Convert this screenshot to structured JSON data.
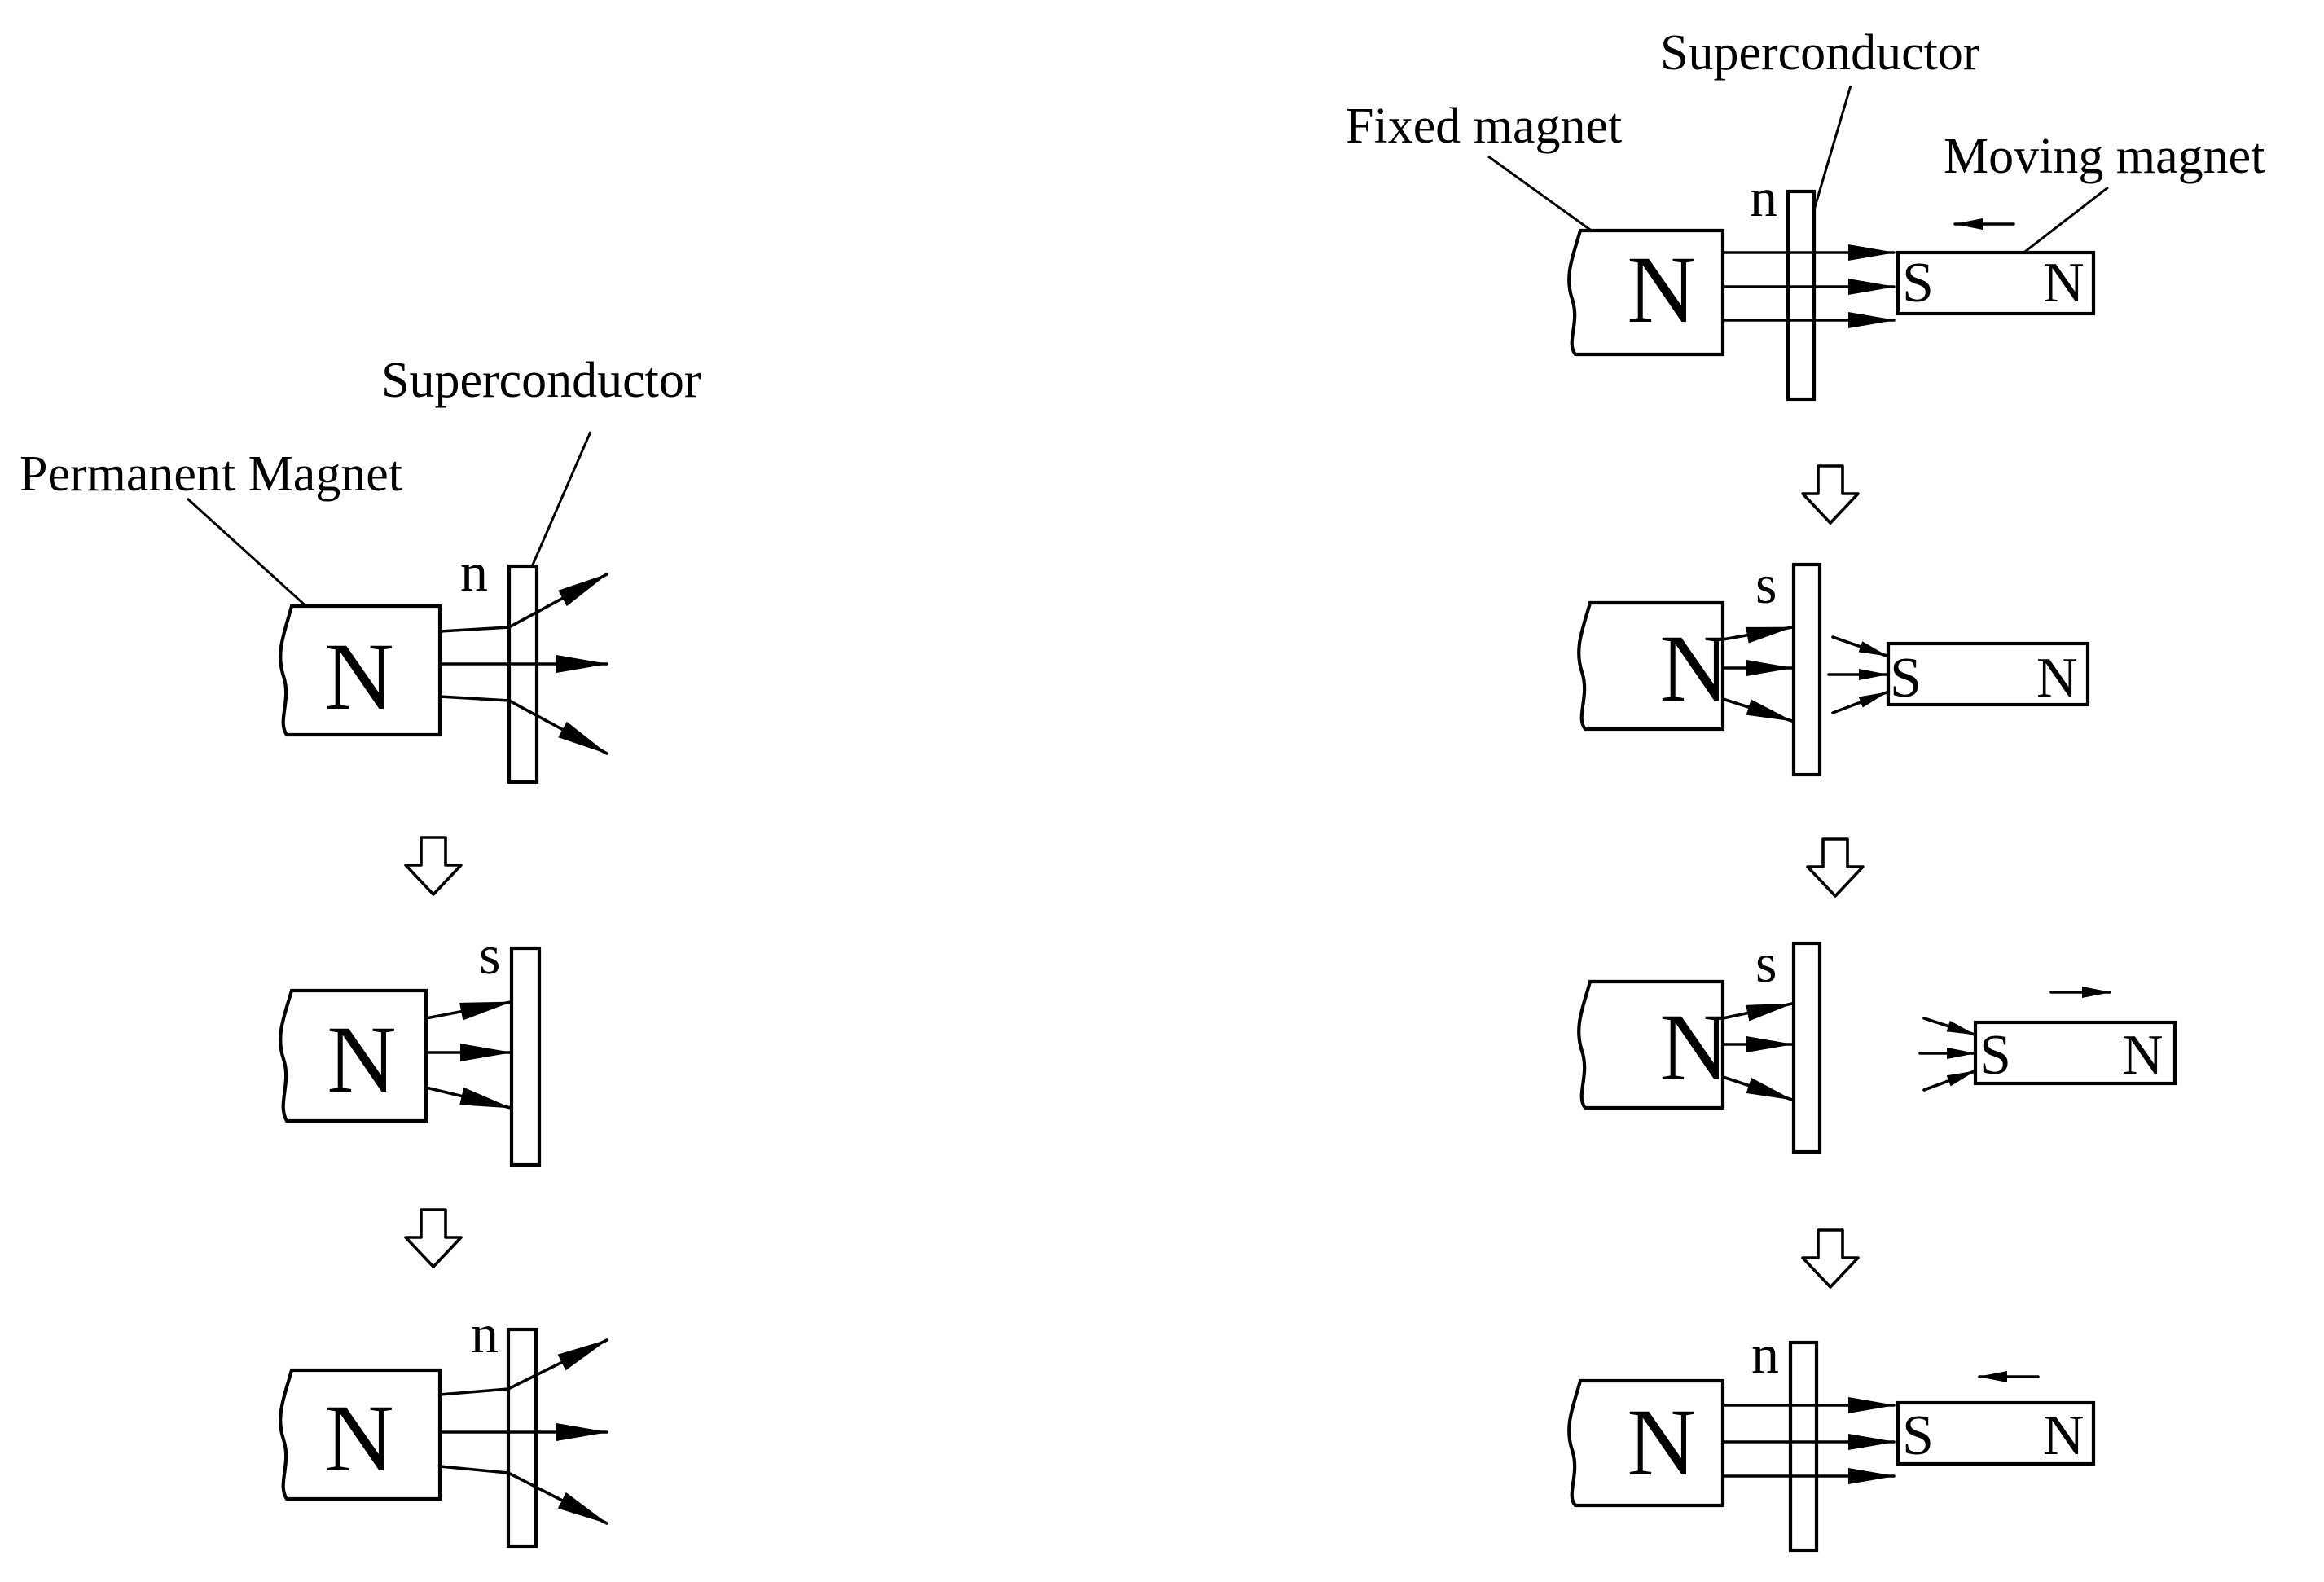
{
  "left_panel": {
    "labels": {
      "superconductor": "Superconductor",
      "permanent_magnet": "Permanent Magnet"
    },
    "stages": [
      {
        "pole": "N",
        "induced": "n"
      },
      {
        "pole": "N",
        "induced": "s"
      },
      {
        "pole": "N",
        "induced": "n"
      }
    ]
  },
  "right_panel": {
    "labels": {
      "superconductor": "Superconductor",
      "fixed_magnet": "Fixed magnet",
      "moving_magnet": "Moving magnet"
    },
    "stages": [
      {
        "pole": "N",
        "induced": "n",
        "moving_s": "S",
        "moving_n": "N",
        "motion": "left"
      },
      {
        "pole": "N",
        "induced": "s",
        "moving_s": "S",
        "moving_n": "N",
        "motion": "none"
      },
      {
        "pole": "N",
        "induced": "s",
        "moving_s": "S",
        "moving_n": "N",
        "motion": "right"
      },
      {
        "pole": "N",
        "induced": "n",
        "moving_s": "S",
        "moving_n": "N",
        "motion": "left"
      }
    ]
  }
}
